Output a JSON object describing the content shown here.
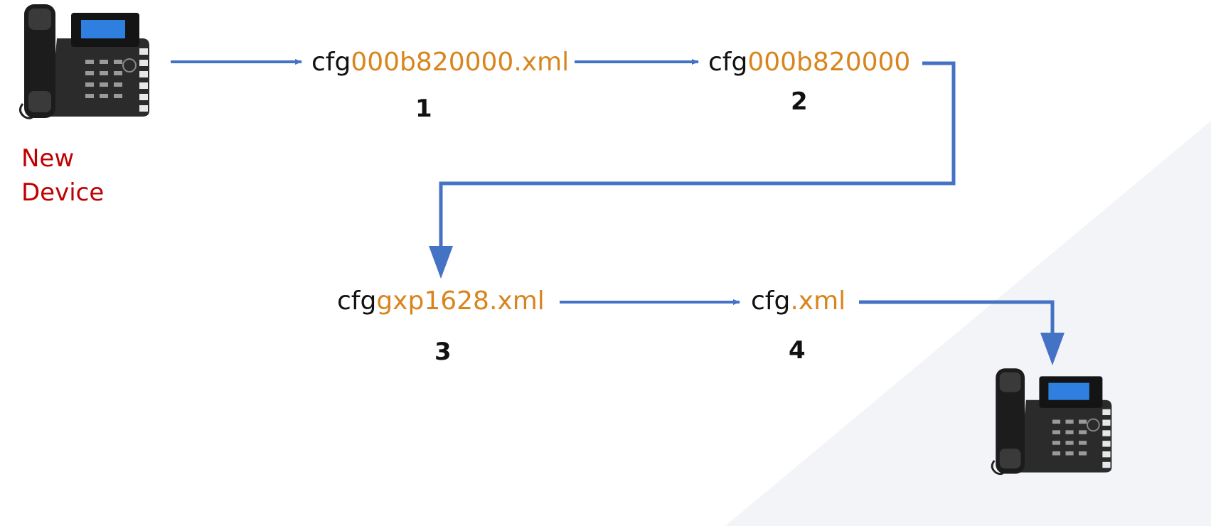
{
  "colors": {
    "arrow": "#4472c4",
    "accent_orange": "#d9851d",
    "device_red": "#c00000",
    "text": "#111111",
    "background_shade": "#f3f4f8"
  },
  "source_device": {
    "icon": "desk-phone-icon",
    "label_line1": "New",
    "label_line2": "Device"
  },
  "target_device": {
    "icon": "desk-phone-icon"
  },
  "steps": [
    {
      "number": "1",
      "prefix": "cfg",
      "suffix": "000b820000.xml"
    },
    {
      "number": "2",
      "prefix": "cfg",
      "suffix": "000b820000"
    },
    {
      "number": "3",
      "prefix": "cfg",
      "suffix": "gxp1628.xml"
    },
    {
      "number": "4",
      "prefix": "cfg",
      "suffix": ".xml"
    }
  ]
}
